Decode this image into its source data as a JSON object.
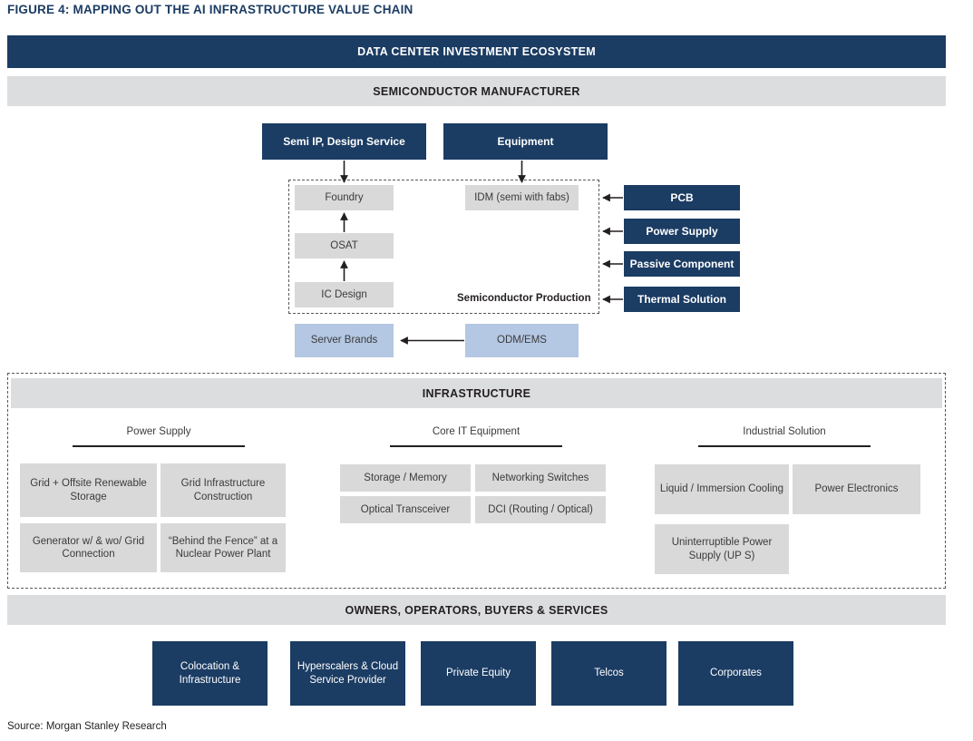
{
  "figure": {
    "title": "FIGURE 4:  MAPPING OUT THE AI INFRASTRUCTURE VALUE CHAIN",
    "source": "Source: Morgan Stanley Research"
  },
  "colors": {
    "dark_blue": "#1b3c63",
    "light_blue": "#b4c7e3",
    "grey_band": "#dcdddf",
    "grey_box": "#d9d9d9"
  },
  "bands": {
    "ecosystem": "DATA CENTER INVESTMENT ECOSYSTEM",
    "semiconductor": "SEMICONDUCTOR MANUFACTURER",
    "infrastructure": "INFRASTRUCTURE",
    "owners": "OWNERS, OPERATORS, BUYERS & SERVICES"
  },
  "semiconductor": {
    "inputs": [
      {
        "label": "Semi IP, Design Service"
      },
      {
        "label": "Equipment"
      }
    ],
    "production_label": "Semiconductor Production",
    "production_chain": [
      {
        "label": "Foundry"
      },
      {
        "label": "OSAT"
      },
      {
        "label": "IC Design"
      }
    ],
    "idm": {
      "label": "IDM (semi with fabs)"
    },
    "components": [
      {
        "label": "PCB"
      },
      {
        "label": "Power Supply"
      },
      {
        "label": "Passive Component"
      },
      {
        "label": "Thermal Solution"
      }
    ],
    "assembly": [
      {
        "label": "Server Brands"
      },
      {
        "label": "ODM/EMS"
      }
    ]
  },
  "infrastructure": {
    "groups": [
      {
        "title": "Power Supply",
        "items": [
          "Grid + Offsite Renewable Storage",
          "Grid Infrastructure Construction",
          "Generator w/ & wo/ Grid Connection",
          "“Behind the Fence” at a Nuclear Power Plant"
        ]
      },
      {
        "title": "Core IT Equipment",
        "items": [
          "Storage / Memory",
          "Networking Switches",
          "Optical Transceiver",
          "DCI (Routing / Optical)"
        ]
      },
      {
        "title": "Industrial Solution",
        "items": [
          "Liquid / Immersion Cooling",
          "Power Electronics",
          "Uninterruptible Power Supply (UP S)"
        ]
      }
    ]
  },
  "owners": {
    "items": [
      "Colocation & Infrastructure",
      "Hyperscalers & Cloud Service Provider",
      "Private Equity",
      "Telcos",
      "Corporates"
    ]
  }
}
